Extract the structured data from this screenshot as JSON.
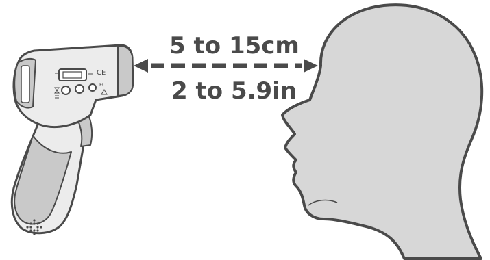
{
  "diagram": {
    "distance_metric": "5 to 15cm",
    "distance_imperial": "2 to 5.9in",
    "colors": {
      "outline": "#4a4a4a",
      "device_body": "#ececec",
      "device_accent": "#c9c9c9",
      "head_fill": "#d7d7d7",
      "arrow": "#4a4a4a"
    },
    "icons": [
      "thermometer-device",
      "human-head-profile",
      "double-headed-dashed-arrow"
    ],
    "device_symbols": [
      "CE",
      "FC"
    ]
  }
}
